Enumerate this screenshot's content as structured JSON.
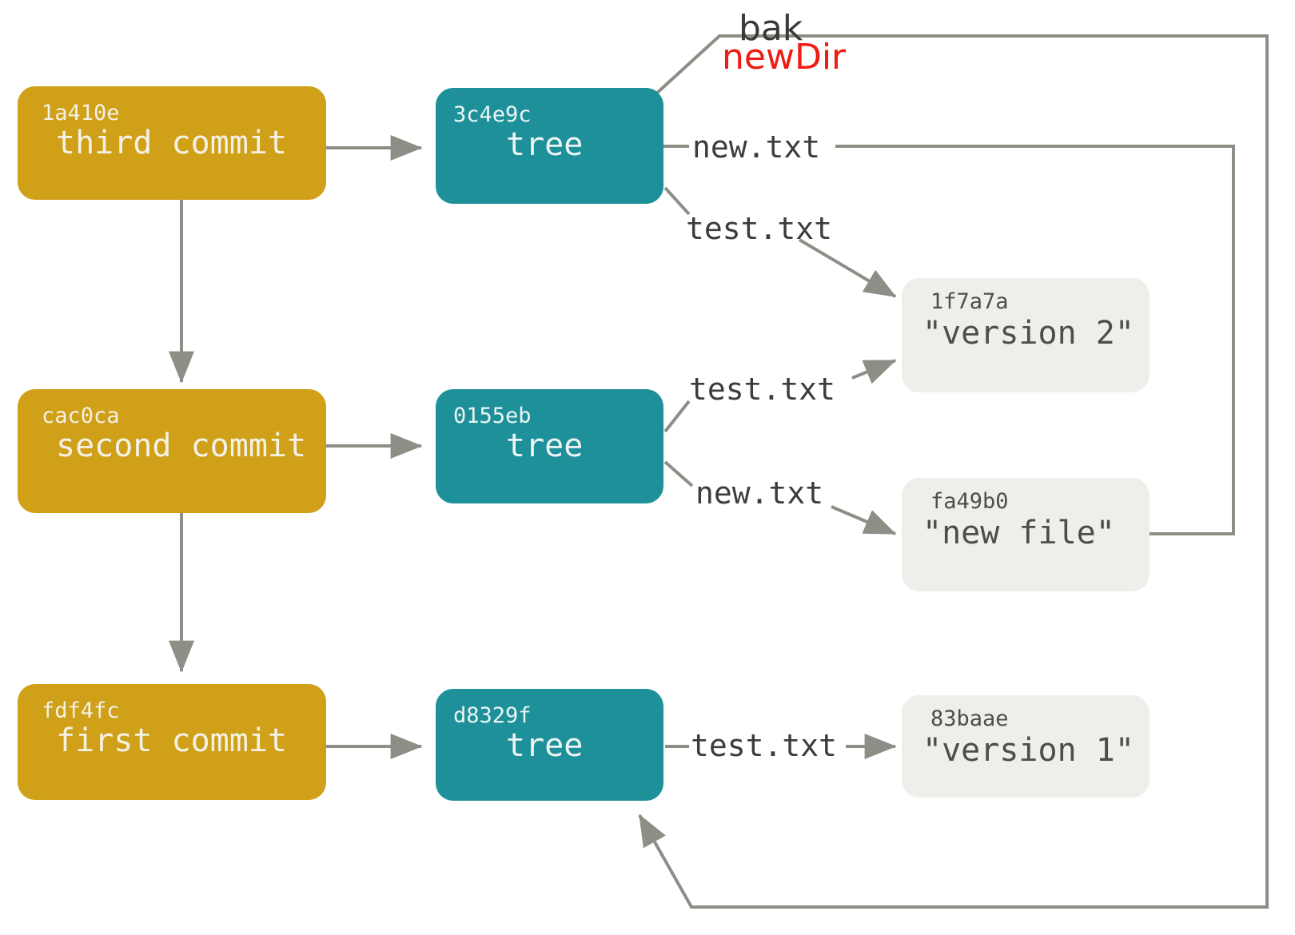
{
  "diagram": {
    "title": "git object model with bak / newDir references",
    "colors": {
      "commit": "#cfa018",
      "tree": "#1d9099",
      "blob": "#efeeea",
      "edge": "#8e8e87",
      "ref_bak": "#3a3a38",
      "ref_newdir": "#ee1c12",
      "background": "#ffffff"
    }
  },
  "commits": [
    {
      "hash": "1a410e",
      "message": "third commit"
    },
    {
      "hash": "cac0ca",
      "message": "second commit"
    },
    {
      "hash": "fdf4fc",
      "message": "first commit"
    }
  ],
  "trees": [
    {
      "hash": "3c4e9c",
      "label": "tree"
    },
    {
      "hash": "0155eb",
      "label": "tree"
    },
    {
      "hash": "d8329f",
      "label": "tree"
    }
  ],
  "blobs": [
    {
      "hash": "1f7a7a",
      "content": "\"version 2\""
    },
    {
      "hash": "fa49b0",
      "content": "\"new file\""
    },
    {
      "hash": "83baae",
      "content": "\"version 1\""
    }
  ],
  "edge_labels": {
    "third_new": "new.txt",
    "third_test": "test.txt",
    "second_test": "test.txt",
    "second_new": "new.txt",
    "first_test": "test.txt"
  },
  "refs": {
    "bak": "bak",
    "newDir": "newDir"
  }
}
